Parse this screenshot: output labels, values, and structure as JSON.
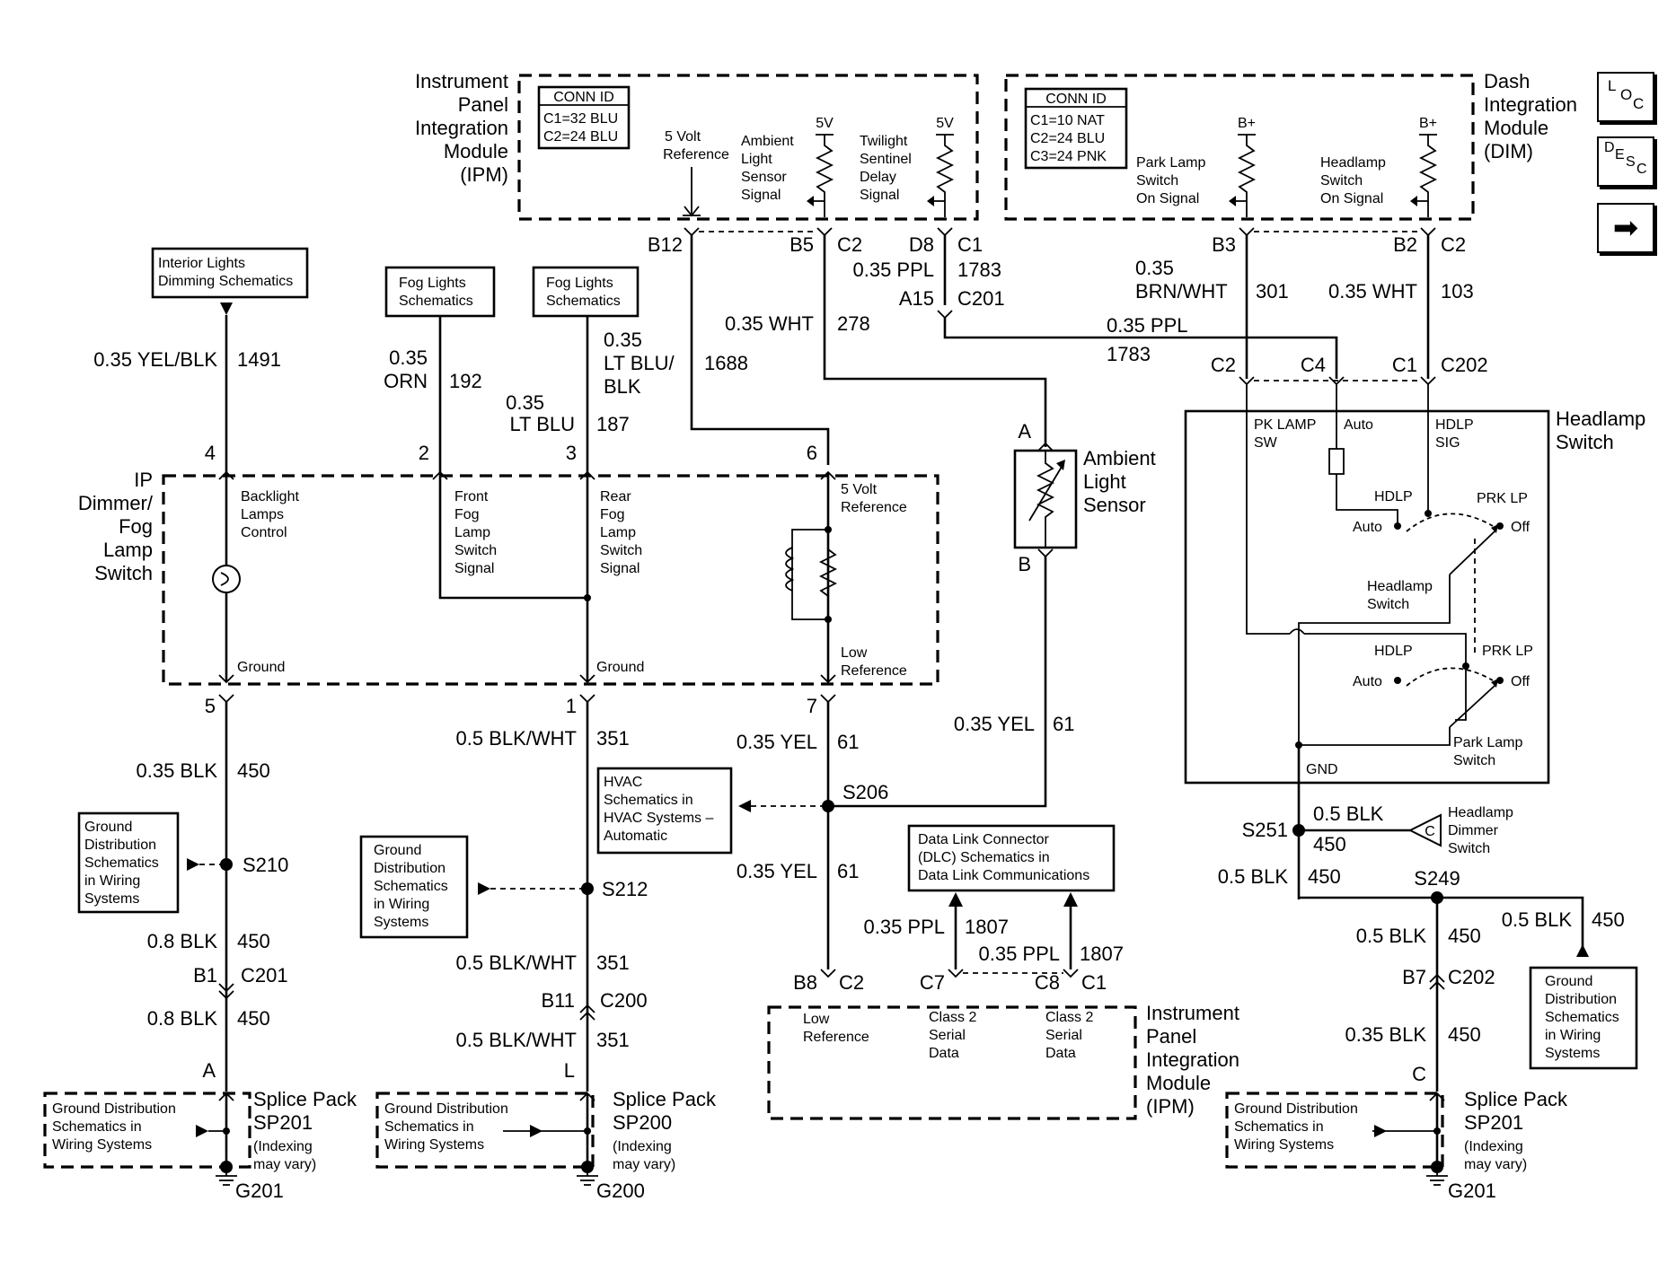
{
  "ipm_top": {
    "title": [
      "Instrument",
      "Panel",
      "Integration",
      "Module",
      "(IPM)"
    ],
    "conn_id": {
      "header": "CONN ID",
      "lines": [
        "C1=32 BLU",
        "C2=24 BLU"
      ]
    },
    "five_volt_ref": [
      "5 Volt",
      "Reference"
    ],
    "ambient_signal": [
      "Ambient",
      "Light",
      "Sensor",
      "Signal"
    ],
    "twilight_signal": [
      "Twilight",
      "Sentinel",
      "Delay",
      "Signal"
    ],
    "five_v": "5V",
    "pins": {
      "b12": "B12",
      "b5": "B5",
      "c2": "C2",
      "d8": "D8",
      "c1": "C1"
    }
  },
  "dim": {
    "title": [
      "Dash",
      "Integration",
      "Module",
      "(DIM)"
    ],
    "conn_id": {
      "header": "CONN ID",
      "lines": [
        "C1=10 NAT",
        "C2=24 BLU",
        "C3=24 PNK"
      ]
    },
    "park_signal": [
      "Park Lamp",
      "Switch",
      "On Signal"
    ],
    "headlamp_signal": [
      "Headlamp",
      "Switch",
      "On Signal"
    ],
    "bplus": "B+",
    "pins": {
      "b3": "B3",
      "b2": "B2",
      "c2": "C2"
    }
  },
  "nav_icons": {
    "loc": [
      "L",
      "O",
      "C"
    ],
    "desc": [
      "D",
      "E",
      "S",
      "C"
    ],
    "next": "➡"
  },
  "refs": {
    "interior_lights": [
      "Interior Lights",
      "Dimming Schematics"
    ],
    "fog_front": [
      "Fog Lights",
      "Schematics"
    ],
    "fog_rear": [
      "Fog Lights",
      "Schematics"
    ],
    "hvac": [
      "HVAC",
      "Schematics in",
      "HVAC Systems –",
      "Automatic"
    ],
    "gnd_left": [
      "Ground",
      "Distribution",
      "Schematics",
      "in Wiring",
      "Systems"
    ],
    "gnd_mid": [
      "Ground",
      "Distribution",
      "Schematics",
      "in Wiring",
      "Systems"
    ],
    "gnd_right": [
      "Ground",
      "Distribution",
      "Schematics",
      "in Wiring",
      "Systems"
    ],
    "dlc": [
      "Data Link Connector",
      "(DLC) Schematics in",
      "Data Link Communications"
    ]
  },
  "wires": {
    "w1491": {
      "gauge": "0.35 YEL/BLK",
      "circuit": "1491"
    },
    "w192": {
      "gauge": [
        "0.35",
        "ORN"
      ],
      "circuit": "192"
    },
    "w187": {
      "gauge": [
        "0.35",
        "LT BLU"
      ],
      "circuit": "187"
    },
    "w1688": {
      "gauge": [
        "0.35",
        "LT BLU/",
        "BLK"
      ],
      "circuit": "1688"
    },
    "w278": {
      "gauge": "0.35 WHT",
      "circuit": "278"
    },
    "w1783a": {
      "gauge": "0.35 PPL",
      "circuit": "1783"
    },
    "w1783b": {
      "gauge": "0.35 PPL",
      "circuit": "1783"
    },
    "w301": {
      "gauge": [
        "0.35",
        "BRN/WHT"
      ],
      "circuit": "301"
    },
    "w103": {
      "gauge": "0.35 WHT",
      "circuit": "103"
    },
    "w450_l1": {
      "gauge": "0.35 BLK",
      "circuit": "450"
    },
    "w450_l2": {
      "gauge": "0.8 BLK",
      "circuit": "450"
    },
    "w450_l3": {
      "gauge": "0.8 BLK",
      "circuit": "450"
    },
    "w351_a": {
      "gauge": "0.5 BLK/WHT",
      "circuit": "351"
    },
    "w351_b": {
      "gauge": "0.5 BLK/WHT",
      "circuit": "351"
    },
    "w351_c": {
      "gauge": "0.5 BLK/WHT",
      "circuit": "351"
    },
    "w61_a": {
      "gauge": "0.35 YEL",
      "circuit": "61"
    },
    "w61_b": {
      "gauge": "0.35 YEL",
      "circuit": "61"
    },
    "w61_c": {
      "gauge": "0.35 YEL",
      "circuit": "61"
    },
    "w1807_a": {
      "gauge": "0.35 PPL",
      "circuit": "1807"
    },
    "w1807_b": {
      "gauge": "0.35 PPL",
      "circuit": "1807"
    },
    "w450_r1": {
      "gauge": "0.5 BLK",
      "circuit": "450"
    },
    "w450_r2": {
      "gauge": "0.5 BLK",
      "circuit": "450"
    },
    "w450_r3": {
      "gauge": "0.5 BLK",
      "circuit": "450"
    },
    "w450_r4": {
      "gauge": "0.5 BLK",
      "circuit": "450"
    },
    "w450_r5": {
      "gauge": "0.35 BLK",
      "circuit": "450"
    }
  },
  "connectors": {
    "a15": "A15",
    "c201_top": "C201",
    "c2_hs": "C2",
    "c4_hs": "C4",
    "c1_hs": "C1",
    "c202_hs": "C202",
    "b1": "B1",
    "c201_l": "C201",
    "b11": "B11",
    "c200": "C200",
    "b8": "B8",
    "c2_ipm": "C2",
    "c7": "C7",
    "c8": "C8",
    "c1_ipm": "C1",
    "b7": "B7",
    "c202_r": "C202",
    "a_sp": "A",
    "l_sp": "L",
    "c_sp": "C"
  },
  "splices": {
    "s210": "S210",
    "s212": "S212",
    "s206": "S206",
    "s251": "S251",
    "s249": "S249"
  },
  "dimmer": {
    "title": [
      "IP",
      "Dimmer/",
      "Fog",
      "Lamp",
      "Switch"
    ],
    "pins": {
      "p4": "4",
      "p2": "2",
      "p3": "3",
      "p6": "6",
      "p5": "5",
      "p1": "1",
      "p7": "7"
    },
    "backlight": [
      "Backlight",
      "Lamps",
      "Control"
    ],
    "front_fog": [
      "Front",
      "Fog",
      "Lamp",
      "Switch",
      "Signal"
    ],
    "rear_fog": [
      "Rear",
      "Fog",
      "Lamp",
      "Switch",
      "Signal"
    ],
    "five_v_ref": [
      "5 Volt",
      "Reference"
    ],
    "ground1": "Ground",
    "ground2": "Ground",
    "low_ref": [
      "Low",
      "Reference"
    ]
  },
  "ambient_sensor": {
    "title": [
      "Ambient",
      "Light",
      "Sensor"
    ],
    "pin_a": "A",
    "pin_b": "B"
  },
  "headlamp_switch": {
    "title": [
      "Headlamp",
      "Switch"
    ],
    "pk_lamp_sw": [
      "PK LAMP",
      "SW"
    ],
    "auto_top": "Auto",
    "hdlp_sig": [
      "HDLP",
      "SIG"
    ],
    "hdlp1": "HDLP",
    "prk_lp1": "PRK LP",
    "auto1": "Auto",
    "off1": "Off",
    "headlamp_label": [
      "Headlamp",
      "Switch"
    ],
    "hdlp2": "HDLP",
    "prk_lp2": "PRK LP",
    "auto2": "Auto",
    "off2": "Off",
    "park_label": [
      "Park Lamp",
      "Switch"
    ],
    "gnd": "GND"
  },
  "dimmer_switch": {
    "letter": "C",
    "label": [
      "Headlamp",
      "Dimmer",
      "Switch"
    ]
  },
  "ipm_bottom": {
    "title": [
      "Instrument",
      "Panel",
      "Integration",
      "Module",
      "(IPM)"
    ],
    "low_ref": [
      "Low",
      "Reference"
    ],
    "class2_a": [
      "Class 2",
      "Serial",
      "Data"
    ],
    "class2_b": [
      "Class 2",
      "Serial",
      "Data"
    ]
  },
  "splice_packs": {
    "left": {
      "ref": [
        "Ground Distribution",
        "Schematics in",
        "Wiring Systems"
      ],
      "title": [
        "Splice Pack",
        "SP201"
      ],
      "note": [
        "(Indexing",
        "may vary)"
      ],
      "ground": "G201"
    },
    "mid": {
      "ref": [
        "Ground Distribution",
        "Schematics in",
        "Wiring Systems"
      ],
      "title": [
        "Splice Pack",
        "SP200"
      ],
      "note": [
        "(Indexing",
        "may vary)"
      ],
      "ground": "G200"
    },
    "right": {
      "ref": [
        "Ground Distribution",
        "Schematics in",
        "Wiring Systems"
      ],
      "title": [
        "Splice Pack",
        "SP201"
      ],
      "note": [
        "(Indexing",
        "may vary)"
      ],
      "ground": "G201"
    }
  }
}
